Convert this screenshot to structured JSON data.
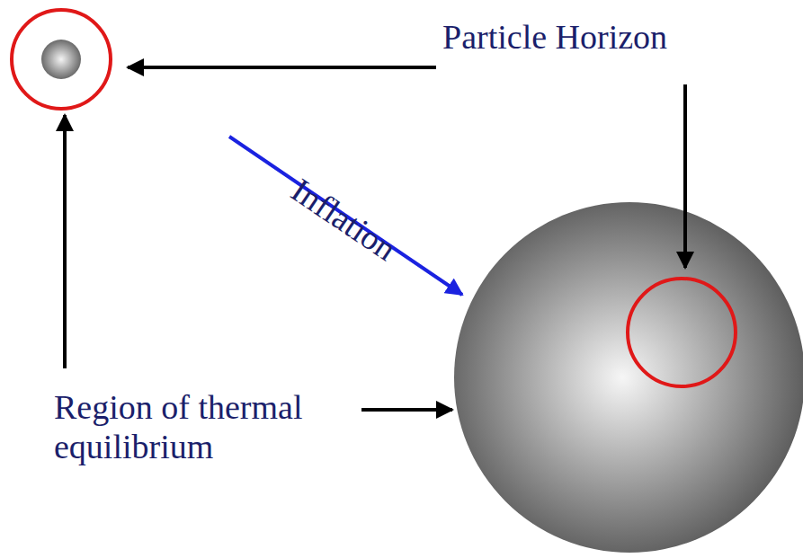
{
  "diagram": {
    "labels": [
      "Particle Horizon",
      "Inflation",
      "Region of thermal equilibrium"
    ]
  }
}
